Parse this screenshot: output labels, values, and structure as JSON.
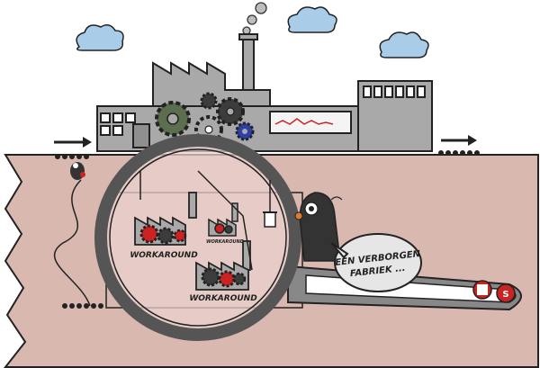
{
  "labels": {
    "workaround_large_left": "WORKAROUND",
    "workaround_small": "WORKAROUND",
    "workaround_large_bottom": "WORKAROUND"
  },
  "speech_bubble": {
    "line1": "EEN VERBORGEN",
    "line2": "FABRIEK ..."
  },
  "logos": [
    "logo-a",
    "logo-b"
  ],
  "colors": {
    "ground": "#d9b8b0",
    "factory": "#a9a9a9",
    "gear_dark": "#3c3c3c",
    "gear_green": "#5c6e4e",
    "gear_blue": "#2f3fa8",
    "gear_red": "#cc2222",
    "sky_cloud": "#a9cde8",
    "magnifier_ring": "#555555",
    "lens_fill": "#e9d2cf",
    "bubble": "#e6e6e6",
    "handle": "#888888"
  }
}
